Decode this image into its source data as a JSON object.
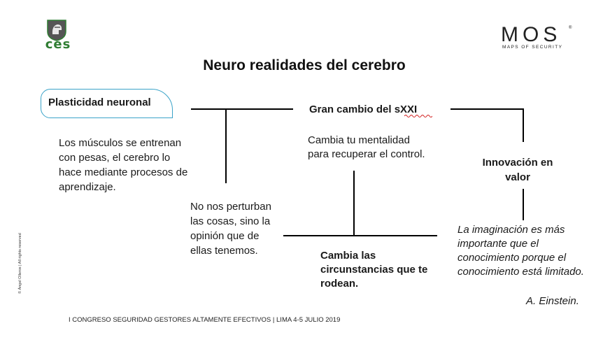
{
  "logos": {
    "left_brand": "ces",
    "right_brand": "MOS",
    "right_registered": "®",
    "right_tagline": "MAPS OF SECURITY"
  },
  "slide": {
    "title": "Neuro realidades del cerebro",
    "nodes": {
      "plasticidad": "Plasticidad neuronal",
      "gran_cambio": "Gran cambio del sXXI",
      "innovacion": "Innovación en valor",
      "cambia_circunstancias": "Cambia las circunstancias que te rodean."
    },
    "texts": {
      "musculos": "Los músculos se entrenan con pesas, el cerebro lo hace mediante procesos de aprendizaje.",
      "no_perturban": "No nos perturban las cosas, sino la opinión que de ellas tenemos.",
      "mentalidad": "Cambia tu mentalidad para recuperar el control.",
      "einstein_quote": "La imaginación es más importante que el conocimiento porque el conocimiento está limitado.",
      "einstein_author": "A. Einstein."
    }
  },
  "footer": {
    "event": "I CONGRESO SEGURIDAD GESTORES ALTAMENTE EFECTIVOS | LIMA 4-5 JULIO 2019",
    "copyright": "© Ángel Olleros | All rights reserved"
  },
  "colors": {
    "ces_green": "#2f7d32",
    "box_border": "#3aa3c8",
    "spellcheck_red": "#d22222"
  }
}
